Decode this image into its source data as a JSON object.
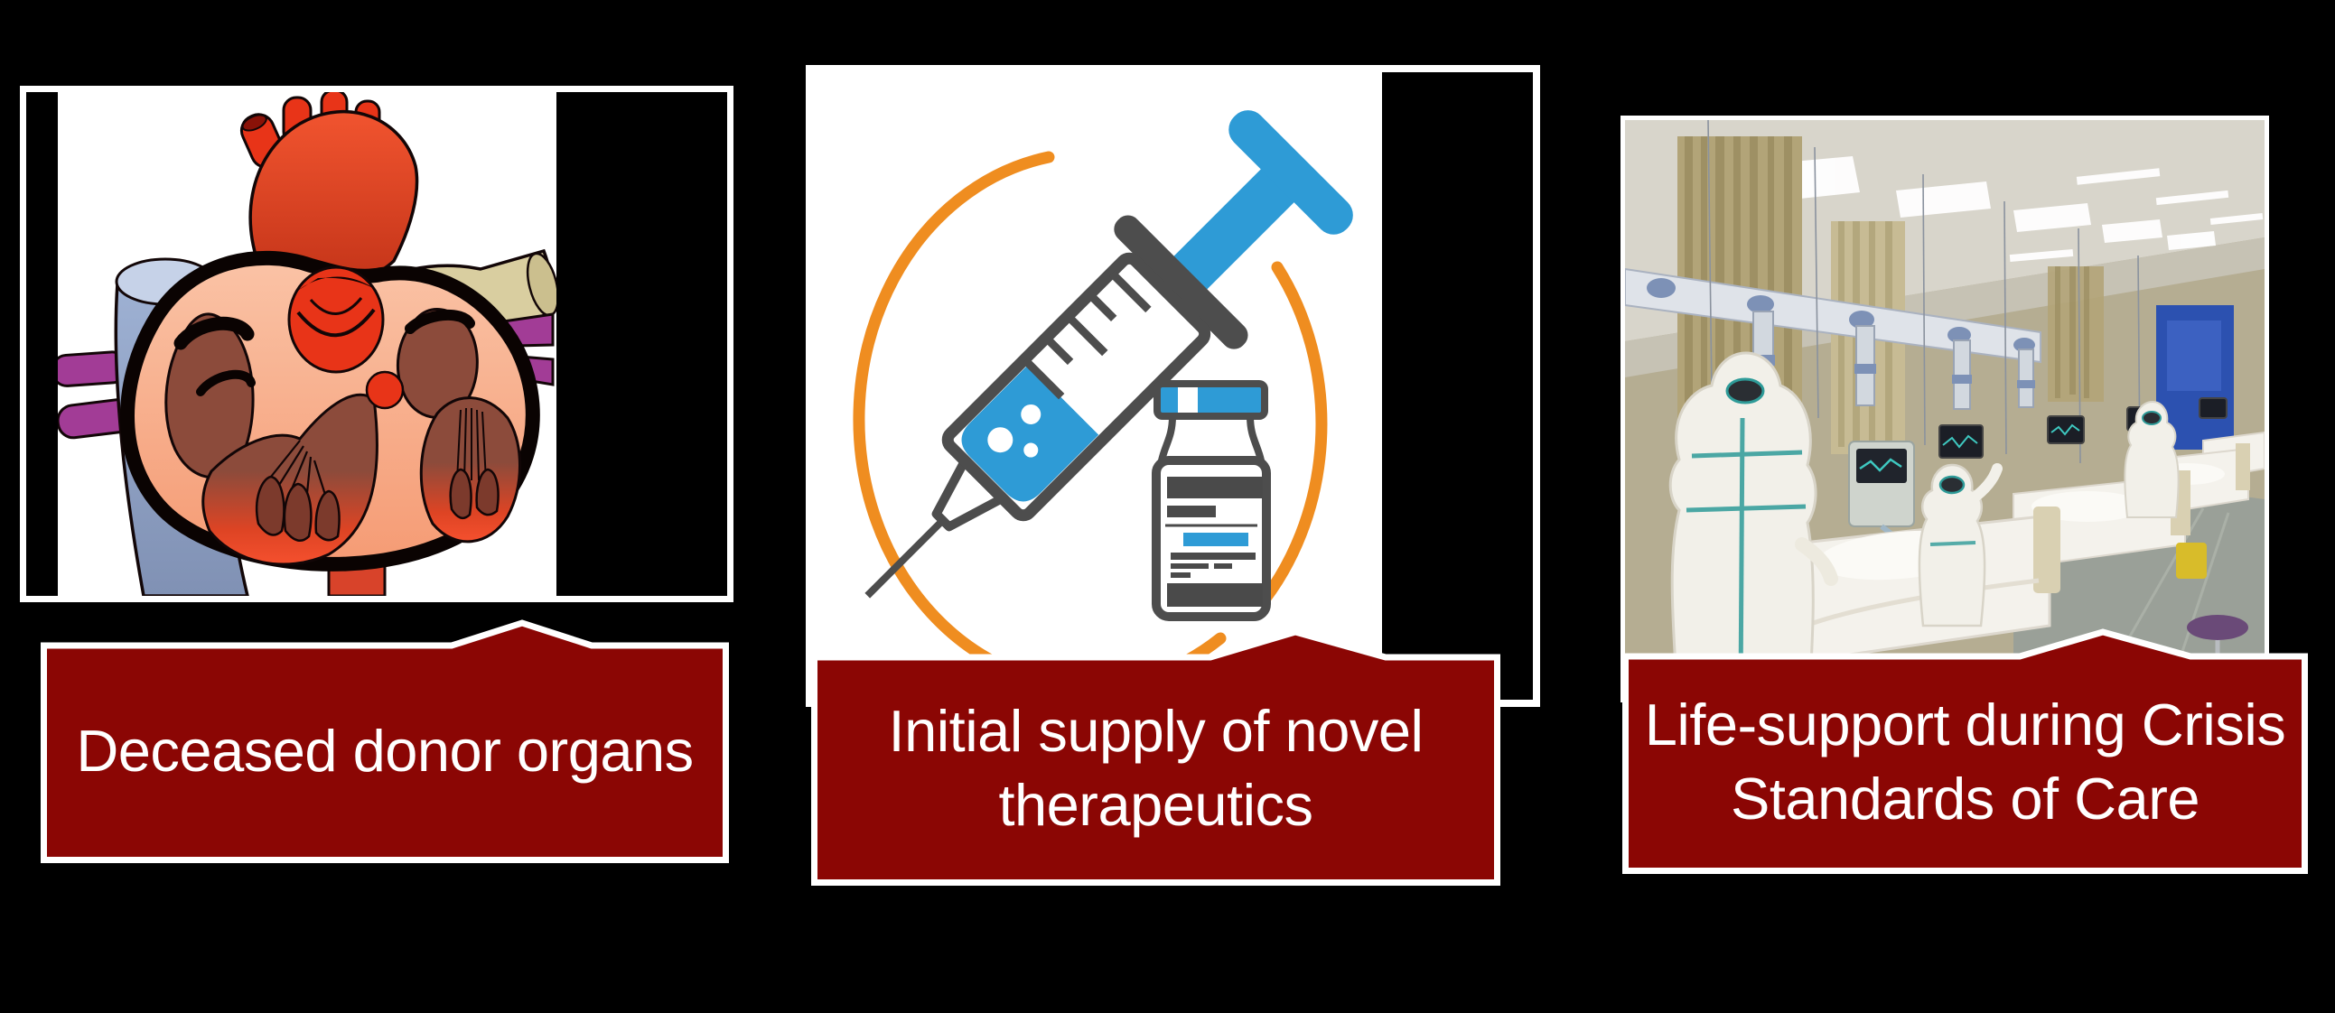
{
  "slide": {
    "background": "#000000",
    "frame_border_color": "#FFFFFF",
    "caption_bg_color": "#8B0604",
    "caption_text_color": "#FFFFFF",
    "clipart_orange": "#EF8D20",
    "clipart_blue": "#2E9BD6",
    "clipart_gray": "#4D4D4D",
    "heart_red": "#E83418",
    "heart_pink": "#F7AF8E"
  },
  "panels": [
    {
      "name": "deceased-donor-organs",
      "image": "anatomical-heart-clipart",
      "caption_lines": [
        "Deceased donor organs"
      ]
    },
    {
      "name": "initial-supply-of-novel-therapeutics",
      "image": "syringe-and-vial-clipart",
      "caption_lines": [
        "Initial supply of novel",
        "therapeutics"
      ]
    },
    {
      "name": "life-support-crisis-standards-of-care",
      "image": "icu-ward-photo",
      "caption_lines": [
        "Life-support during Crisis",
        "Standards of Care"
      ]
    }
  ]
}
